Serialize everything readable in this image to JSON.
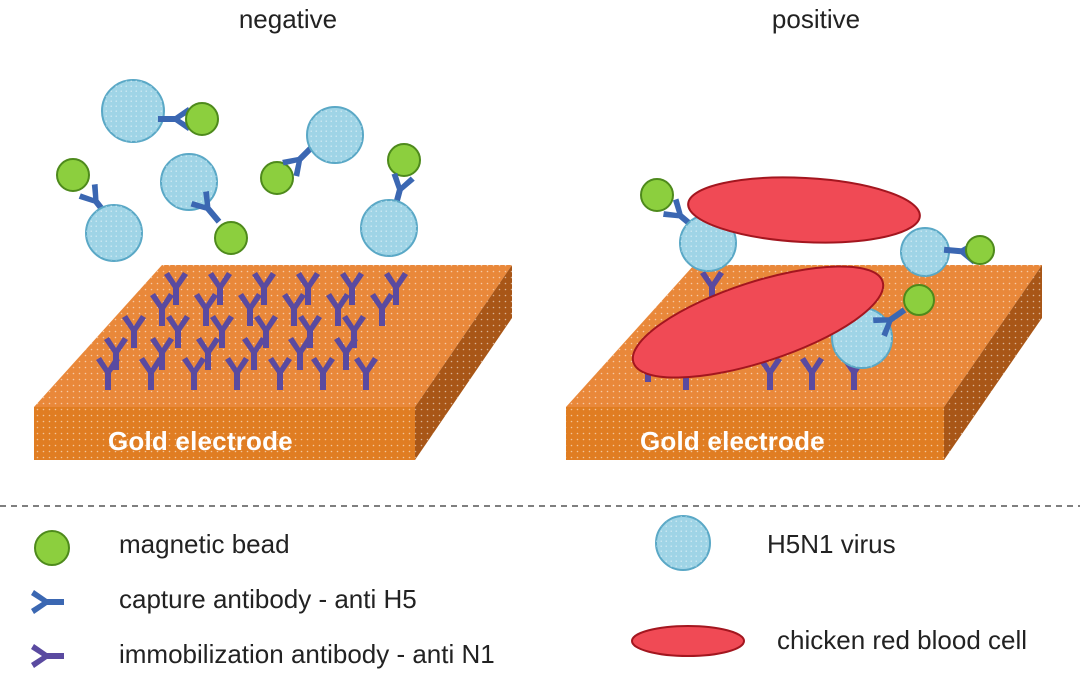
{
  "panels": [
    {
      "title": "negative",
      "electrode_label": "Gold electrode"
    },
    {
      "title": "positive",
      "electrode_label": "Gold electrode"
    }
  ],
  "legend": {
    "magnetic_bead": "magnetic bead",
    "capture_antibody": "capture antibody - anti H5",
    "immobilization_antibody": "immobilization antibody - anti N1",
    "virus": "H5N1 virus",
    "red_blood_cell": "chicken red blood cell"
  },
  "colors": {
    "gold_top": "#e9883a",
    "gold_front": "#e07d22",
    "gold_side": "#a85617",
    "virus_fill": "#9fd4e6",
    "virus_stroke": "#5aa8c6",
    "bead_fill": "#8ccf3e",
    "bead_stroke": "#4e8a1c",
    "capture_antibody": "#3b67b2",
    "immobilization_antibody": "#5a4aa0",
    "red_blood_cell": "#f04a55",
    "red_blood_cell_stroke": "#a3161f"
  }
}
